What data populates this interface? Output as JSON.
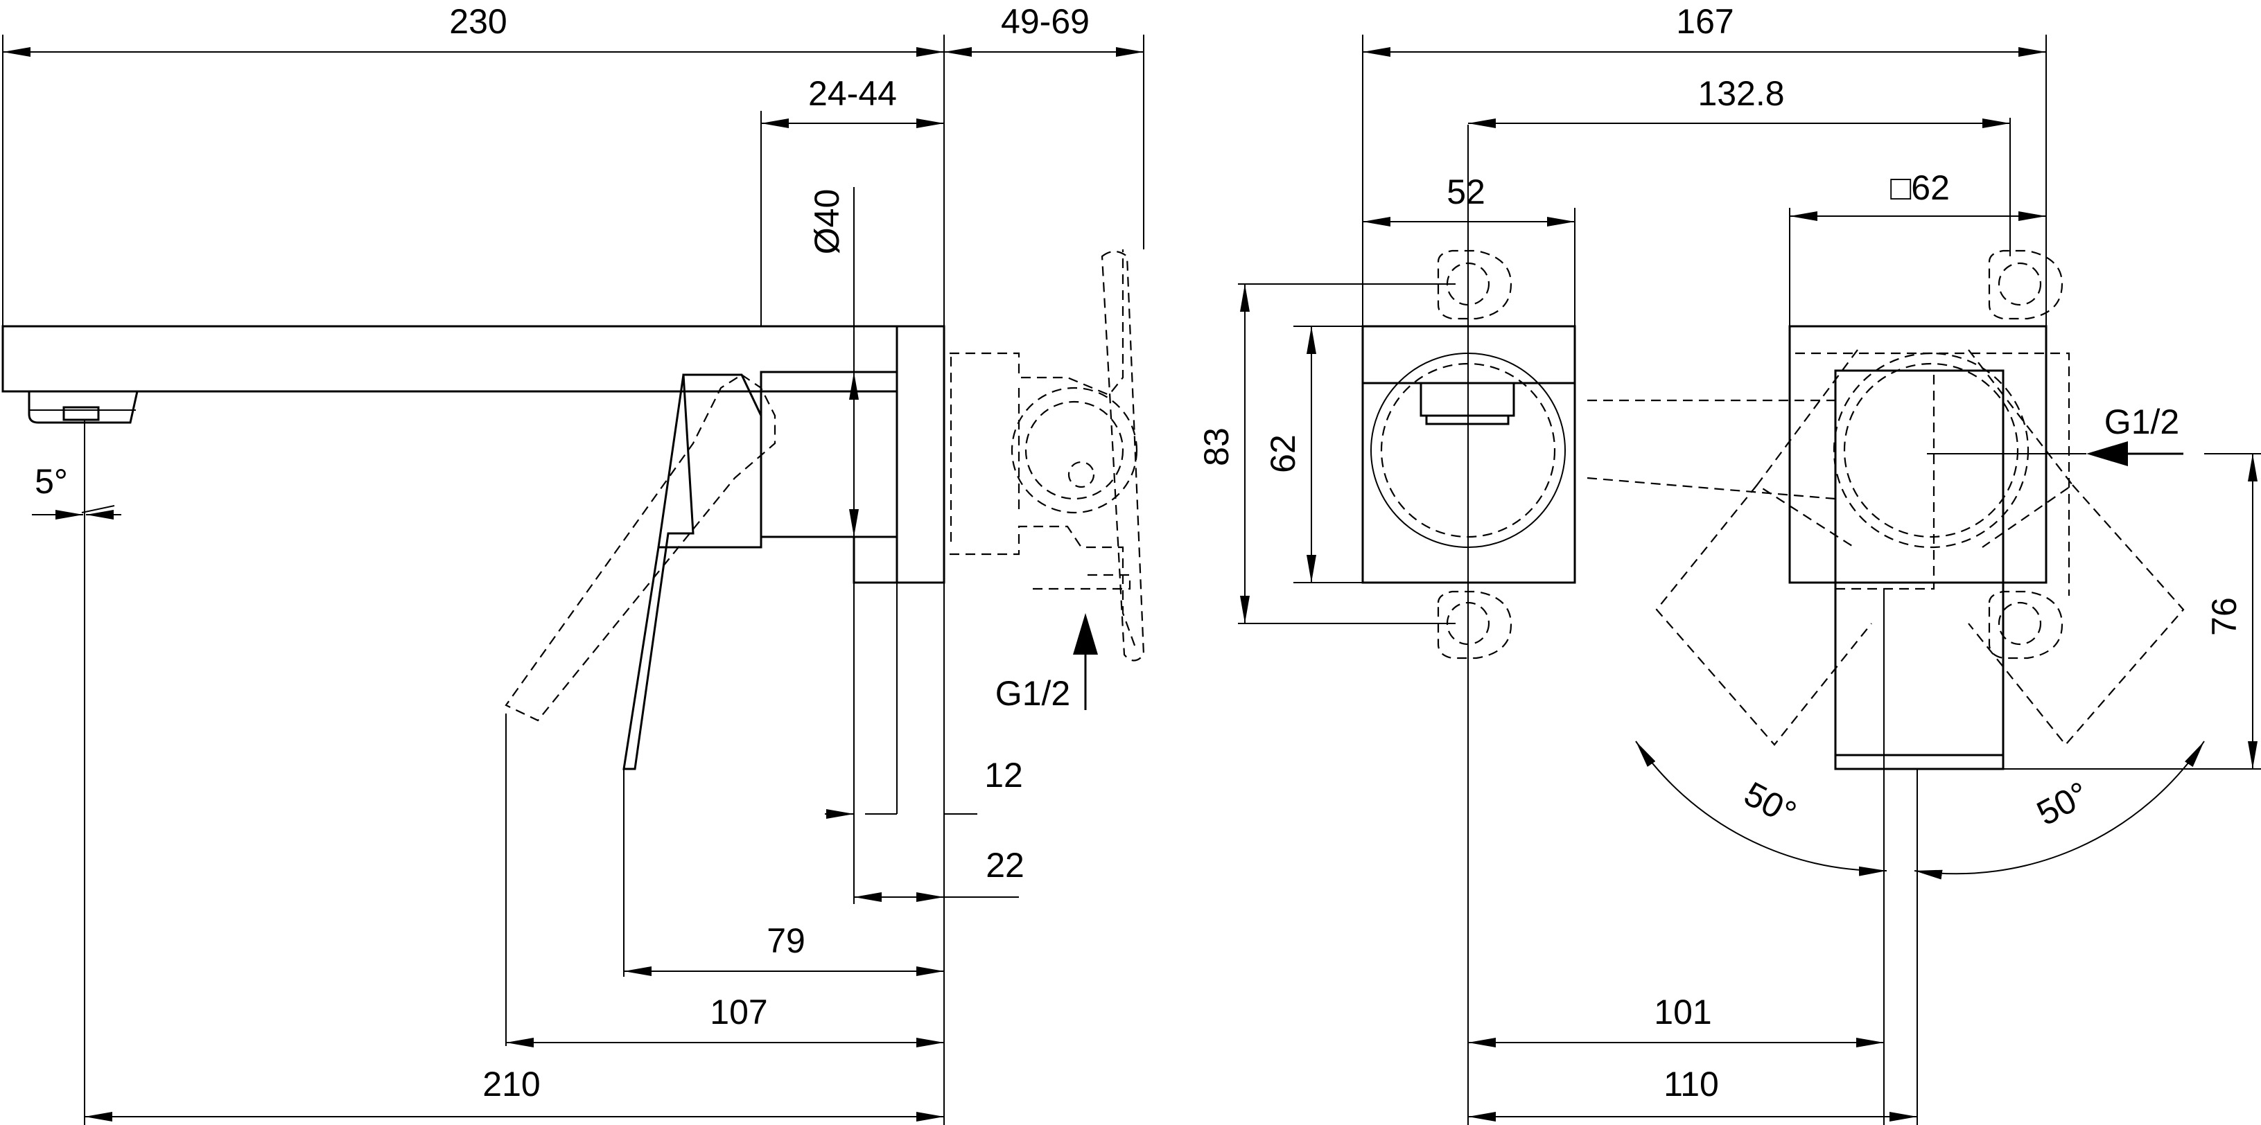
{
  "drawing": {
    "side_view": {
      "dimensions": {
        "spout_length": "230",
        "wall_range": "49-69",
        "body_depth_range": "24-44",
        "body_diameter": "Ø40",
        "spout_angle": "5°",
        "flange_thickness": "12",
        "flange_depth": "22",
        "lever_offset": "79",
        "lever_tip_offset": "107",
        "outlet_projection": "210"
      },
      "inlet_label": "G1/2"
    },
    "front_view": {
      "dimensions": {
        "overall_width": "167",
        "inlet_spacing": "132.8",
        "plate_width": "52",
        "rosette_size": "□62",
        "plate_height": "83",
        "plate_inner_height": "62",
        "lever_height": "76",
        "rotation_left": "50°",
        "rotation_right": "50°",
        "offset_101": "101",
        "offset_110": "110"
      },
      "inlet_label": "G1/2"
    }
  }
}
